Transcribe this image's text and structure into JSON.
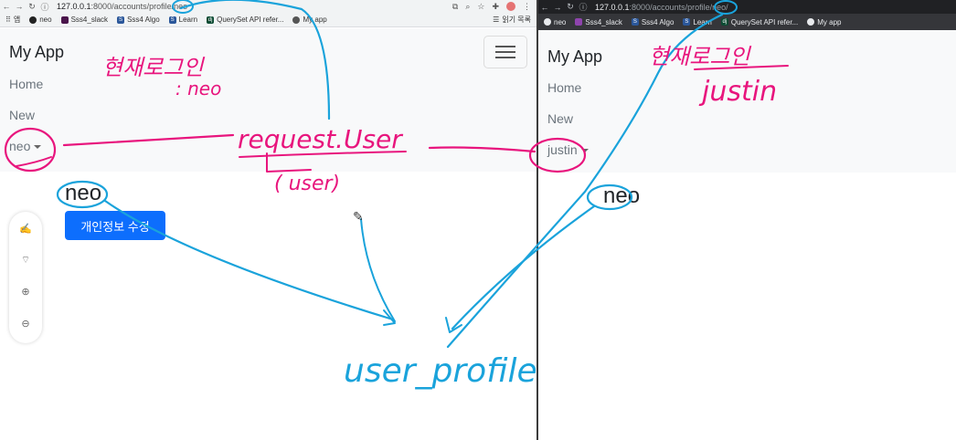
{
  "left": {
    "url_host": "127.0.0.1",
    "url_path": ":8000/accounts/profile/neo",
    "bookmarks": [
      "앱",
      "neo",
      "Sss4_slack",
      "Sss4 Algo",
      "Learn",
      "QuerySet API refer...",
      "My app"
    ],
    "reading_list": "읽기 목록",
    "brand": "My App",
    "nav": [
      "Home",
      "New"
    ],
    "user_dropdown": "neo",
    "profile_name": "neo",
    "edit_button": "개인정보 수정"
  },
  "right": {
    "url_host": "127.0.0.1",
    "url_path": ":8000/accounts/profile/neo/",
    "bookmarks": [
      "neo",
      "Sss4_slack",
      "Sss4 Algo",
      "Learn",
      "QuerySet API refer...",
      "My app"
    ],
    "brand": "My App",
    "nav": [
      "Home",
      "New"
    ],
    "user_dropdown": "justin",
    "profile_name": "neo"
  },
  "annotations": {
    "left_login": "현재로그인",
    "left_user": ": neo",
    "right_login": "현재로그인",
    "right_user": "justin",
    "request_user": "request.User",
    "user_paren": "( user)",
    "user_profile": "user_profile"
  },
  "colors": {
    "pink": "#e8157d",
    "blue": "#1aa3db",
    "primary": "#0d6efd"
  },
  "icons": [
    "pen-icon",
    "wifi-icon",
    "zoom-in-icon",
    "zoom-out-icon"
  ]
}
